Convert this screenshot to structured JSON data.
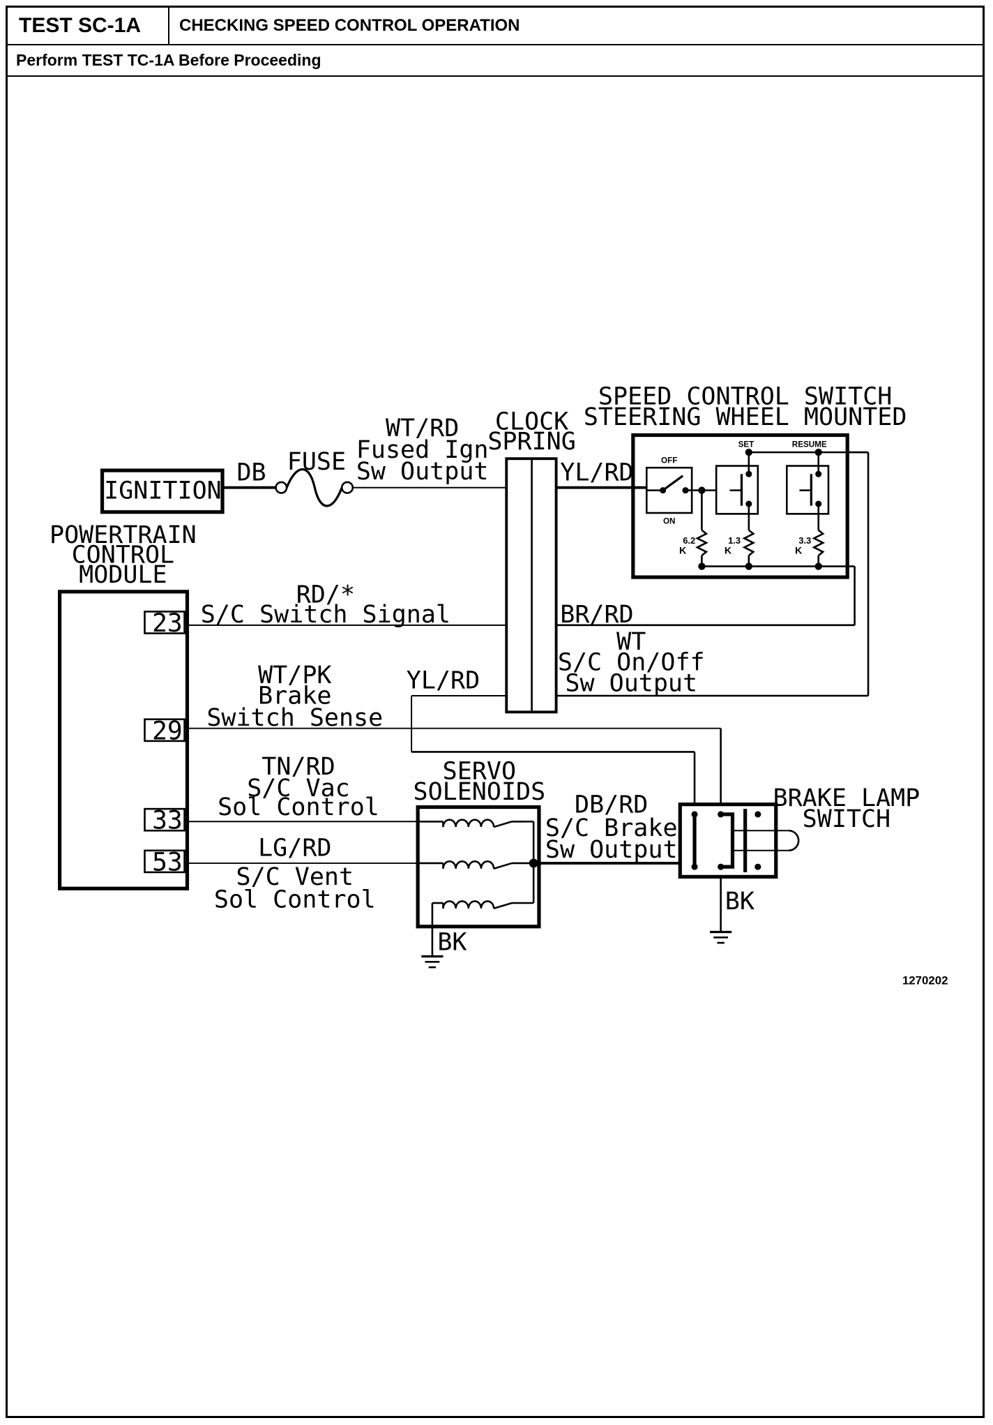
{
  "header": {
    "test_id": "TEST SC-1A",
    "title": "CHECKING SPEED CONTROL OPERATION",
    "subtitle": "Perform TEST TC-1A Before Proceeding"
  },
  "components": {
    "ignition": "IGNITION",
    "fuse": "FUSE",
    "clock_spring": [
      "CLOCK",
      "SPRING"
    ],
    "pcm": [
      "POWERTRAIN",
      "CONTROL",
      "MODULE"
    ],
    "speed_control_switch": [
      "SPEED CONTROL SWITCH",
      "STEERING WHEEL MOUNTED"
    ],
    "switch_positions": {
      "off": "OFF",
      "on": "ON",
      "set": "SET",
      "resume": "RESUME"
    },
    "resistors": [
      {
        "value": "6.2",
        "unit": "K"
      },
      {
        "value": "1.3",
        "unit": "K"
      },
      {
        "value": "3.3",
        "unit": "K"
      }
    ],
    "servo_solenoids": [
      "SERVO",
      "SOLENOIDS"
    ],
    "brake_lamp_switch": [
      "BRAKE LAMP",
      "SWITCH"
    ]
  },
  "pcm_pins": [
    "23",
    "29",
    "33",
    "53"
  ],
  "wires": {
    "db": "DB",
    "fused_ign": [
      "WT/RD",
      "Fused Ign",
      "Sw Output"
    ],
    "yl_rd_top": "YL/RD",
    "sc_switch_signal": [
      "RD/*",
      "S/C Switch Signal"
    ],
    "br_rd": "BR/RD",
    "on_off_output": [
      "WT",
      "S/C On/Off",
      "Sw Output"
    ],
    "yl_rd_mid": "YL/RD",
    "brake_sense": [
      "WT/PK",
      "Brake",
      "Switch Sense"
    ],
    "vac_sol": [
      "TN/RD",
      "S/C Vac",
      "Sol Control"
    ],
    "vent_sol": [
      "LG/RD",
      "S/C Vent",
      "Sol Control"
    ],
    "brake_output": [
      "DB/RD",
      "S/C Brake",
      "Sw Output"
    ],
    "bk_servo": "BK",
    "bk_brake": "BK"
  },
  "figure_number": "1270202"
}
